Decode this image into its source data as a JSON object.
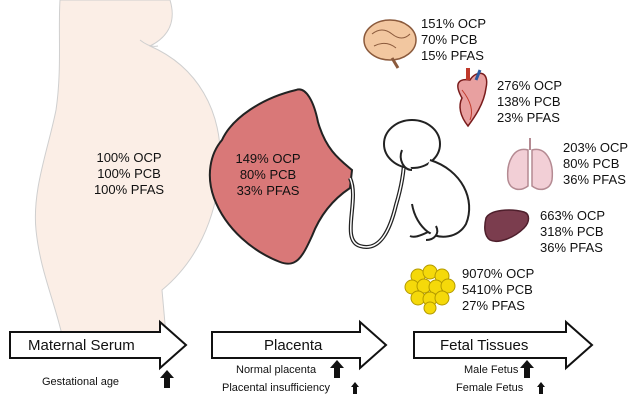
{
  "maternal": {
    "values": [
      "100% OCP",
      "100% PCB",
      "100% PFAS"
    ],
    "arrow_label": "Maternal Serum",
    "note": "Gestational age"
  },
  "placenta": {
    "values": [
      "149% OCP",
      "80% PCB",
      "33% PFAS"
    ],
    "arrow_label": "Placenta",
    "notes": [
      "Normal placenta",
      "Placental insufficiency"
    ]
  },
  "fetal": {
    "arrow_label": "Fetal Tissues",
    "notes": [
      "Male Fetus",
      "Female Fetus"
    ],
    "organs": [
      {
        "icon": "brain-icon",
        "values": [
          "151% OCP",
          "70% PCB",
          "15% PFAS"
        ]
      },
      {
        "icon": "heart-icon",
        "values": [
          "276% OCP",
          "138% PCB",
          "23% PFAS"
        ]
      },
      {
        "icon": "lungs-icon",
        "values": [
          "203% OCP",
          "80% PCB",
          "36% PFAS"
        ]
      },
      {
        "icon": "liver-icon",
        "values": [
          "663% OCP",
          "318% PCB",
          "36% PFAS"
        ]
      },
      {
        "icon": "adipose-icon",
        "values": [
          "9070% OCP",
          "5410% PCB",
          "27% PFAS"
        ]
      }
    ]
  },
  "colors": {
    "skin": "#fbeee6",
    "placenta": "#d97878",
    "brain": "#f2c7a0",
    "heart": "#d9534f",
    "lungs": "#f2cfd6",
    "liver": "#7b3d4e",
    "adipose": "#f5d90a"
  }
}
